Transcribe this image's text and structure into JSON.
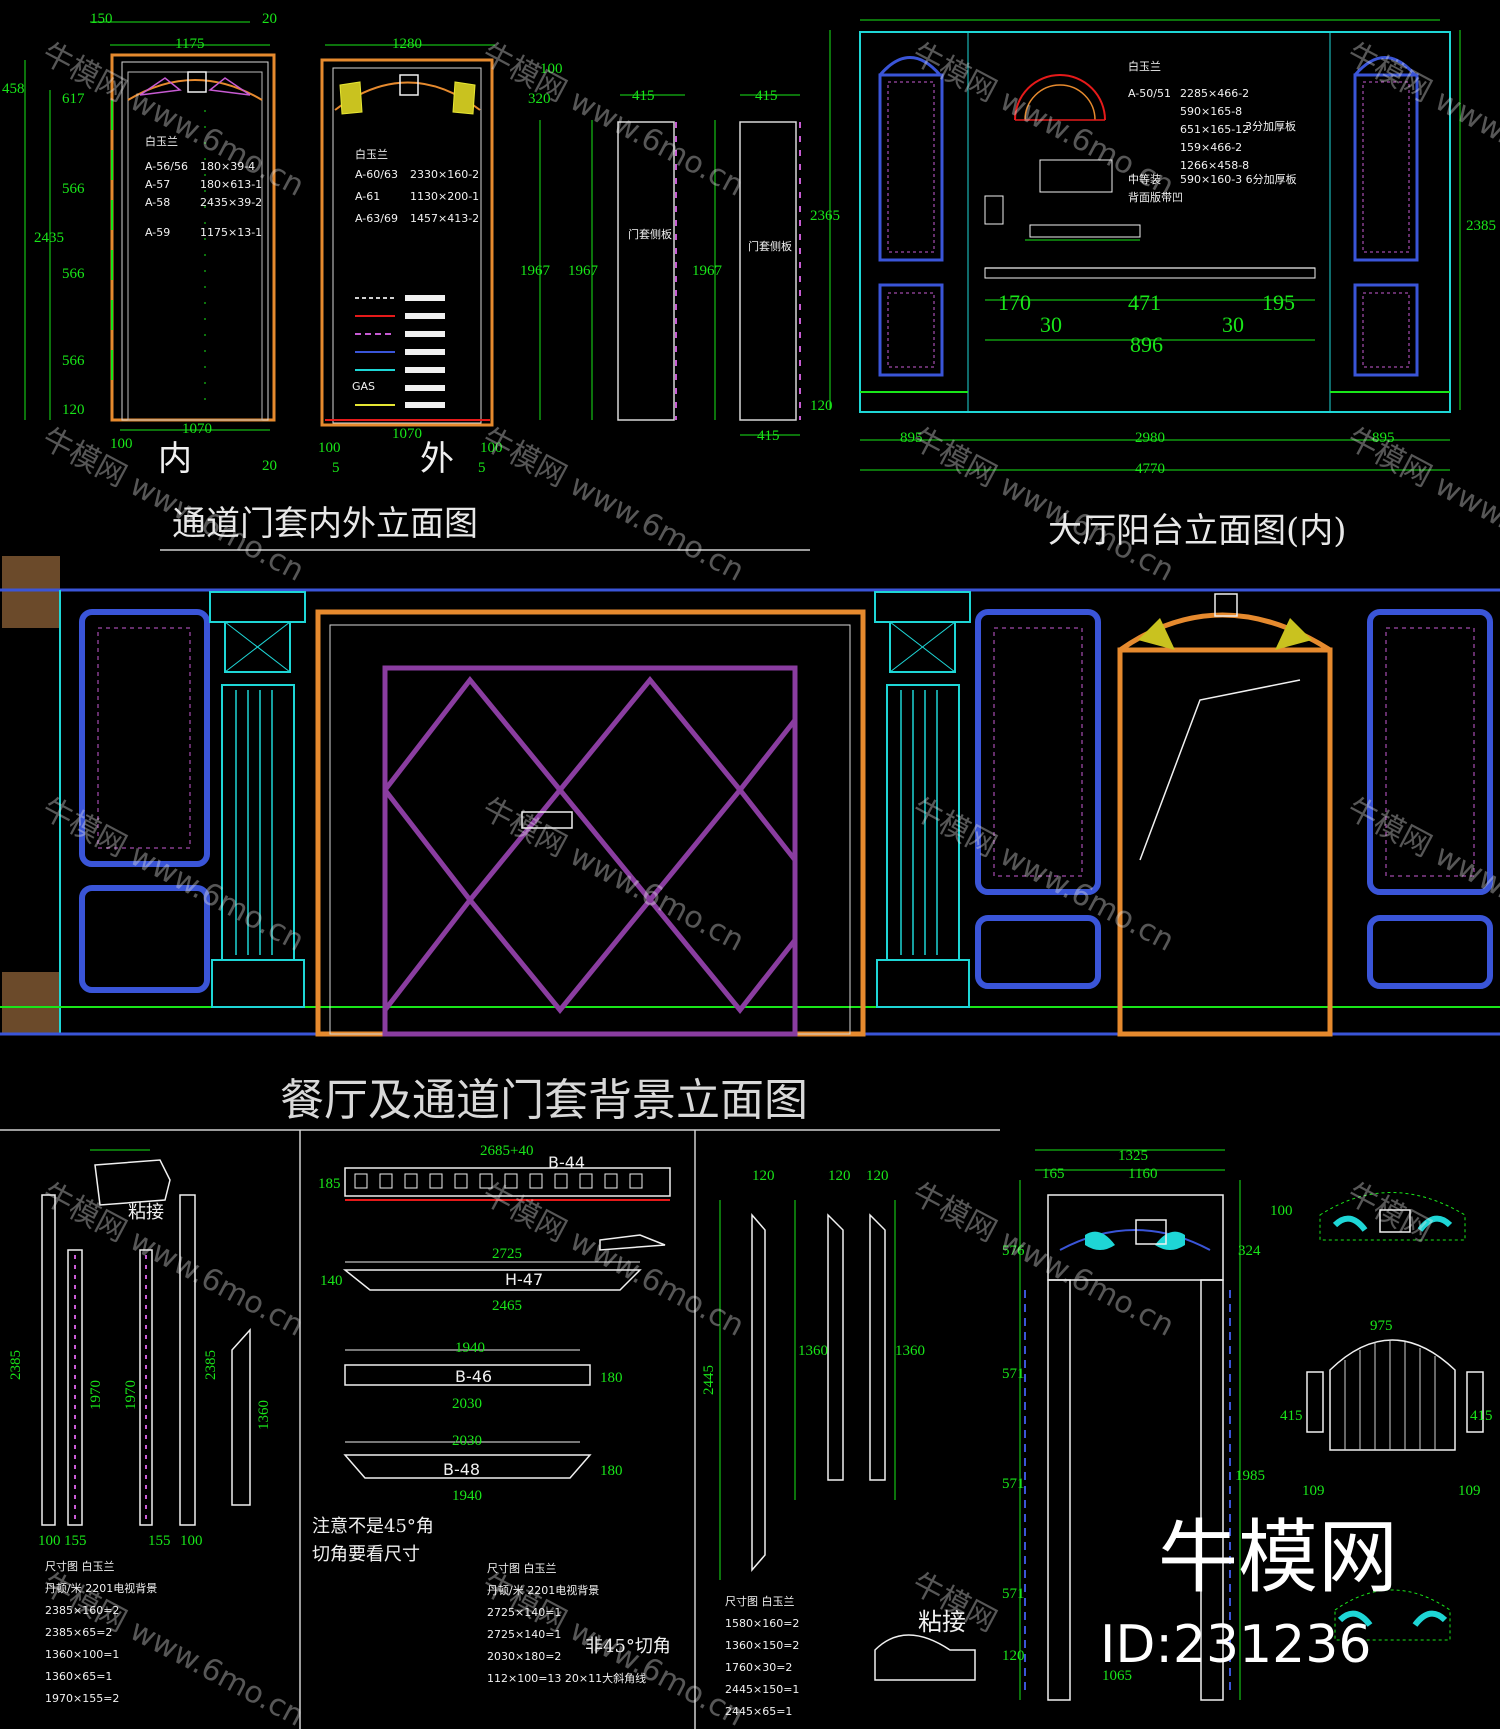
{
  "titles": {
    "door_casing": "通道门套内外立面图",
    "hall_balcony": "大厅阳台立面图(内)",
    "dining": "餐厅及通道门套背景立面图",
    "inner": "内",
    "outer": "外"
  },
  "dims_top_left": [
    "150",
    "1175",
    "20",
    "1280",
    "458",
    "617",
    "566",
    "2435",
    "566",
    "566",
    "120",
    "100",
    "1070",
    "20",
    "100",
    "1070",
    "100",
    "5",
    "5",
    "1967",
    "1967",
    "1967",
    "100",
    "320",
    "415",
    "415",
    "415",
    "2365"
  ],
  "dims_top_right": [
    "170",
    "471",
    "195",
    "30",
    "30",
    "896",
    "895",
    "2980",
    "895",
    "4770",
    "2385",
    "120"
  ],
  "dims_bottom": [
    "2385",
    "1970",
    "1970",
    "2385",
    "1360",
    "100",
    "155",
    "155",
    "100",
    "2685+40",
    "185",
    "2725",
    "140",
    "2465",
    "1940",
    "2030",
    "180",
    "2030",
    "1940",
    "180",
    "120",
    "120",
    "120",
    "2445",
    "1360",
    "1360",
    "1325",
    "165",
    "1160",
    "100",
    "324",
    "975",
    "415",
    "415",
    "1985",
    "109",
    "109",
    "571",
    "571",
    "571",
    "120",
    "1065",
    "576"
  ],
  "callouts": {
    "glue1": "粘接",
    "glue2": "粘接",
    "note_angle_1": "注意不是45°角",
    "note_angle_2": "切角要看尺寸",
    "cut45": "非45°切角",
    "size_title": "尺寸图 白玉兰",
    "b44": "B-44",
    "h47": "H-47",
    "b46": "B-46",
    "b48": "B-48",
    "gas": "GAS"
  },
  "watermark": "牛模网 www.6mo.cn",
  "watermark_short": "牛模网",
  "brand": {
    "name": "牛模网",
    "id": "ID:231236"
  },
  "colors": {
    "orange": "#e68a2e",
    "green": "#19e619",
    "cyan": "#1ed6d6",
    "purple": "#8a3da0",
    "blue": "#3a55d8",
    "yellow": "#e6e633"
  }
}
